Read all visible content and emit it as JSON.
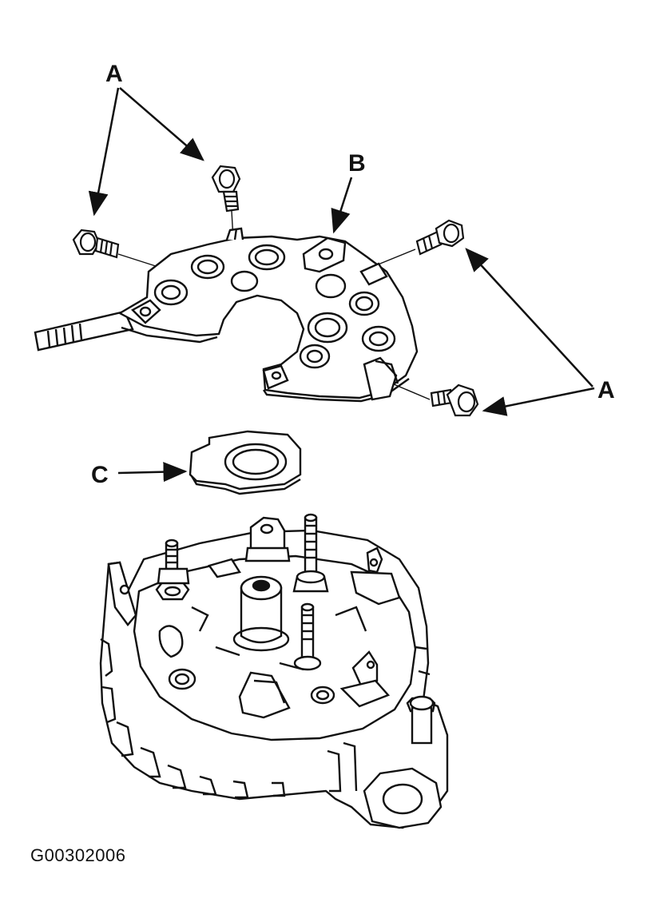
{
  "callouts": {
    "a_top": "A",
    "b": "B",
    "a_right": "A",
    "c": "C"
  },
  "figure_id": "G00302006",
  "colors": {
    "line": "#111111",
    "fill": "#ffffff",
    "shade": "#e6e6e6"
  }
}
